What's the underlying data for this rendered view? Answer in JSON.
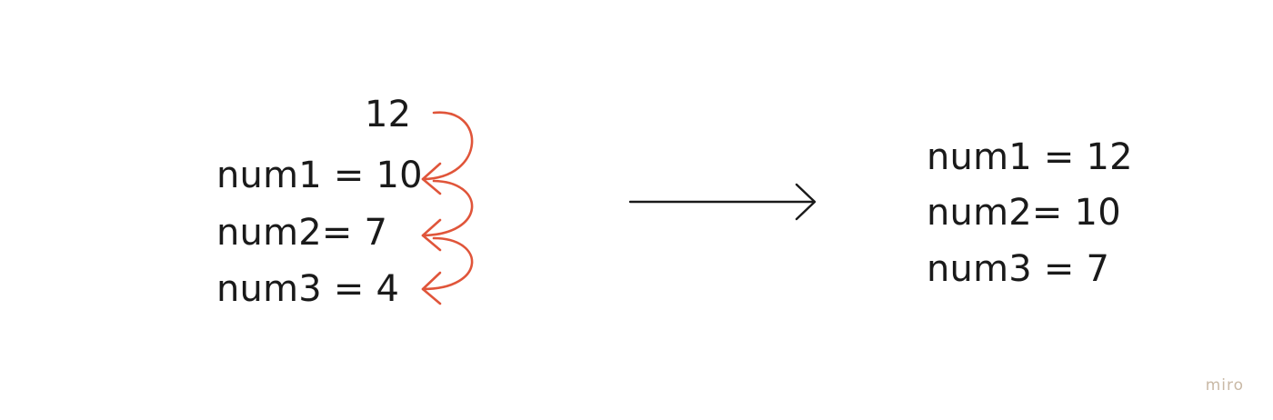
{
  "before": {
    "incoming_value": "12",
    "lines": [
      "num1 = 10",
      "num2= 7",
      "num3 = 4"
    ]
  },
  "after": {
    "lines": [
      "num1 = 12",
      "num2= 10",
      "num3 = 7"
    ]
  },
  "watermark": "miro",
  "colors": {
    "text": "#1a1a1a",
    "shift_arrow": "#e0553a",
    "transition_arrow": "#1a1a1a",
    "watermark": "#c9b9a6",
    "background": "#ffffff"
  },
  "icons": {
    "shift_arrows": "curved-arrow-icon",
    "transition": "right-arrow-icon"
  }
}
